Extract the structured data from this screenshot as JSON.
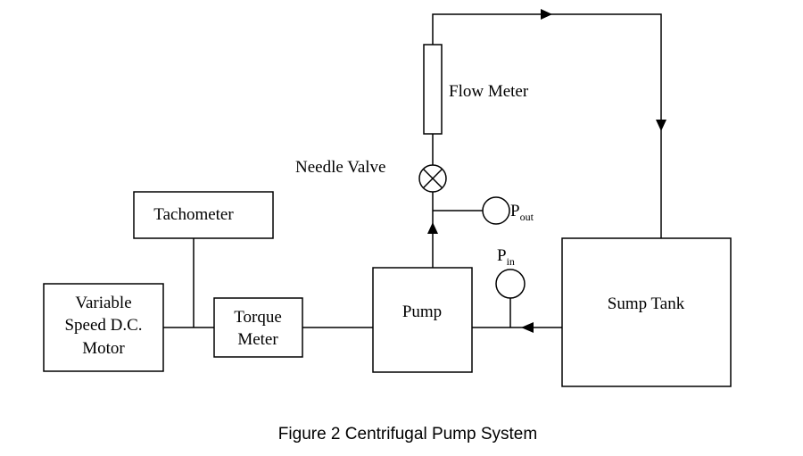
{
  "diagram": {
    "motor": {
      "line1": "Variable",
      "line2": "Speed D.C.",
      "line3": "Motor"
    },
    "tachometer": "Tachometer",
    "torque_meter": {
      "line1": "Torque",
      "line2": "Meter"
    },
    "pump": "Pump",
    "sump_tank": "Sump Tank",
    "flow_meter": "Flow Meter",
    "needle_valve": "Needle Valve",
    "p_out": {
      "main": "P",
      "sub": "out"
    },
    "p_in": {
      "main": "P",
      "sub": "in"
    }
  },
  "caption": "Figure 2 Centrifugal Pump System"
}
